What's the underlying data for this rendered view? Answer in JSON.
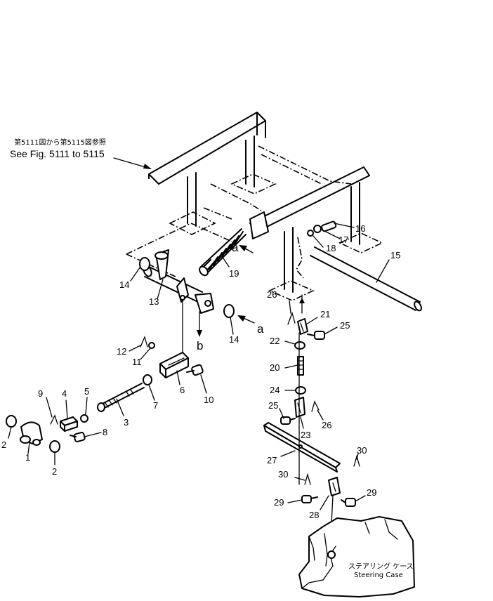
{
  "reference_note": {
    "line1": "第5111図から第5115図参照",
    "line2": "See Fig. 5111 to 5115"
  },
  "steering_case": {
    "label_jp": "ステアリング ケース",
    "label_en": "Steering Case"
  },
  "view_markers": {
    "a_upper": "a",
    "a_lower": "a",
    "b": "b"
  },
  "part_numbers": {
    "p1": "1",
    "p2a": "2",
    "p2b": "2",
    "p3": "3",
    "p4": "4",
    "p5": "5",
    "p6": "6",
    "p7": "7",
    "p8": "8",
    "p9": "9",
    "p10": "10",
    "p11": "11",
    "p12": "12",
    "p13": "13",
    "p14a": "14",
    "p14b": "14",
    "p15": "15",
    "p16": "16",
    "p17": "17",
    "p18": "18",
    "p19": "19",
    "p20": "20",
    "p21": "21",
    "p22": "22",
    "p23": "23",
    "p24": "24",
    "p25a": "25",
    "p25b": "25",
    "p26a": "26",
    "p26b": "26",
    "p27": "27",
    "p28": "28",
    "p29a": "29",
    "p29b": "29",
    "p30a": "30",
    "p30b": "30"
  }
}
